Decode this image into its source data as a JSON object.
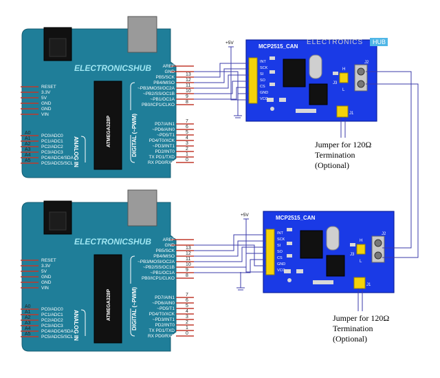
{
  "arduino": {
    "brand": "ELECTRONICSHUB",
    "chip": "ATMEGA328P",
    "digital_label": "DIGITAL (~PWM)",
    "analog_label": "ANALOG IN",
    "power_pins": [
      "RESET",
      "3.3V",
      "5V",
      "GND",
      "GND",
      "VIN"
    ],
    "analog_pins": [
      "A0",
      "A1",
      "A2",
      "A3",
      "A4",
      "A5"
    ],
    "analog_funcs": [
      "PC0/ADC0",
      "PC1/ADC1",
      "PC2/ADC2",
      "PC3/ADC3",
      "PC4/ADC4/SDA",
      "PC5/ADC5/SCL"
    ],
    "top_header": [
      {
        "label": "AREF",
        "num": ""
      },
      {
        "label": "GND",
        "num": ""
      },
      {
        "label": "PB5/SCK",
        "num": "13"
      },
      {
        "label": "PB4/MISO",
        "num": "12"
      },
      {
        "label": "~PB3/MOSI/OC2A",
        "num": "11"
      },
      {
        "label": "~PB2/SS/OC1B",
        "num": "10"
      },
      {
        "label": "~PB1/OC1A",
        "num": "9"
      },
      {
        "label": "PB0/ICP1/CLKO",
        "num": "8"
      }
    ],
    "bottom_header": [
      {
        "label": "PD7/AIN1",
        "num": "7"
      },
      {
        "label": "~PD6/AIN0",
        "num": "6"
      },
      {
        "label": "~PD5/T1",
        "num": "5"
      },
      {
        "label": "PD4/T0/XCK",
        "num": "4"
      },
      {
        "label": "~PD3/INT1",
        "num": "3"
      },
      {
        "label": "PD2/INT0",
        "num": "2"
      },
      {
        "label": "TX  PD1/TXD",
        "num": "1"
      },
      {
        "label": "RX  PD0/RXD",
        "num": "0"
      }
    ]
  },
  "mcp": {
    "title": "MCP2515_CAN",
    "pins": [
      "INT",
      "SCK",
      "SI",
      "SO",
      "CS",
      "GND",
      "VCC"
    ],
    "j1": "J1",
    "j2": "J2",
    "j3": "J3",
    "h": "H",
    "l": "L"
  },
  "supply_label": "+5V",
  "watermark": {
    "left": "ELECTRONICS",
    "right": "HUB"
  },
  "notes": [
    {
      "line1": "Jumper for 120Ω",
      "line2": "Termination",
      "line3": "(Optional)"
    },
    {
      "line1": "Jumper for 120Ω",
      "line2": "Termination",
      "line3": "(Optional)"
    }
  ],
  "colors": {
    "arduino_board": "#1f7e99",
    "mcp_board": "#1a3ae6",
    "wire": "#3a3aa8",
    "header_pin": "#c0392b",
    "chip": "#111111"
  }
}
